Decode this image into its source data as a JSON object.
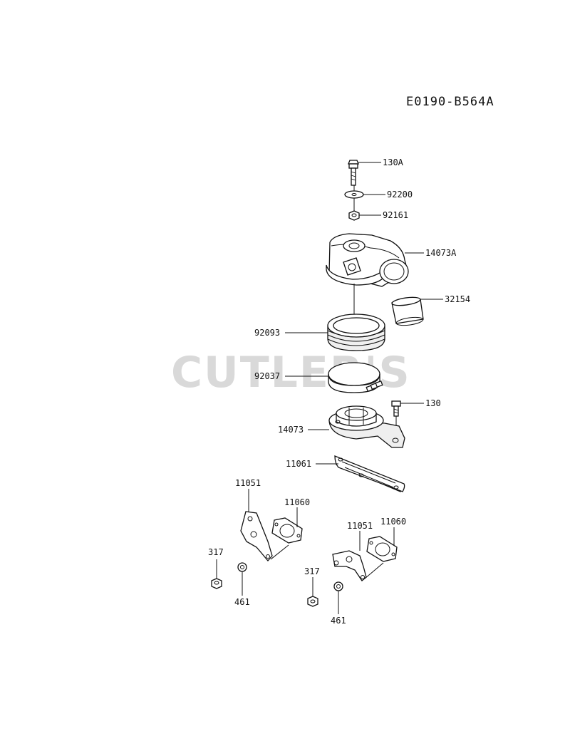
{
  "diagram_code": "E0190-B564A",
  "watermark": "CUTLER'S",
  "parts": [
    {
      "id": "p1",
      "label": "130A"
    },
    {
      "id": "p2",
      "label": "92200"
    },
    {
      "id": "p3",
      "label": "92161"
    },
    {
      "id": "p4",
      "label": "14073A"
    },
    {
      "id": "p5",
      "label": "32154"
    },
    {
      "id": "p6",
      "label": "92093"
    },
    {
      "id": "p7",
      "label": "92037"
    },
    {
      "id": "p8",
      "label": "130"
    },
    {
      "id": "p9",
      "label": "14073"
    },
    {
      "id": "p10",
      "label": "11061"
    },
    {
      "id": "p11",
      "label": "11051"
    },
    {
      "id": "p12",
      "label": "11060"
    },
    {
      "id": "p13",
      "label": "317"
    },
    {
      "id": "p14",
      "label": "461"
    },
    {
      "id": "p15",
      "label": "11051"
    },
    {
      "id": "p16",
      "label": "11060"
    },
    {
      "id": "p17",
      "label": "317"
    },
    {
      "id": "p18",
      "label": "461"
    }
  ]
}
